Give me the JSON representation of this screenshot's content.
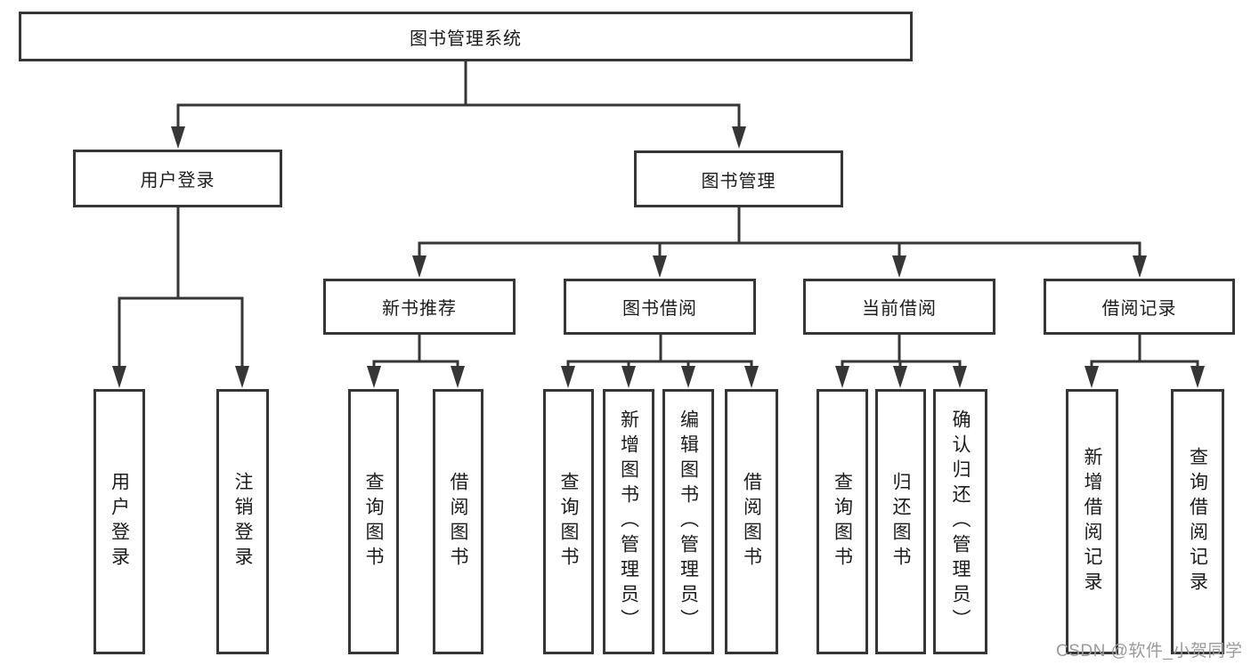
{
  "diagram": {
    "title": "图书管理系统",
    "root": {
      "label": "图书管理系统"
    },
    "branches": [
      {
        "label": "用户登录",
        "children": [
          {
            "label": "用户登录"
          },
          {
            "label": "注销登录"
          }
        ]
      },
      {
        "label": "图书管理",
        "children": [
          {
            "label": "新书推荐",
            "children": [
              {
                "label": "查询图书"
              },
              {
                "label": "借阅图书"
              }
            ]
          },
          {
            "label": "图书借阅",
            "children": [
              {
                "label": "查询图书"
              },
              {
                "label": "新增图书（管理员）"
              },
              {
                "label": "编辑图书（管理员）"
              },
              {
                "label": "借阅图书"
              }
            ]
          },
          {
            "label": "当前借阅",
            "children": [
              {
                "label": "查询图书"
              },
              {
                "label": "归还图书"
              },
              {
                "label": "确认归还（管理员）"
              }
            ]
          },
          {
            "label": "借阅记录",
            "children": [
              {
                "label": "新增借阅记录"
              },
              {
                "label": "查询借阅记录"
              }
            ]
          }
        ]
      }
    ]
  },
  "watermark": {
    "text": "CSDN @软件_小贺同学"
  },
  "colors": {
    "line": "#363636",
    "box_border": "#363636",
    "text": "#1c1c1c",
    "watermark": "#9b9b9b",
    "background": "#ffffff"
  }
}
